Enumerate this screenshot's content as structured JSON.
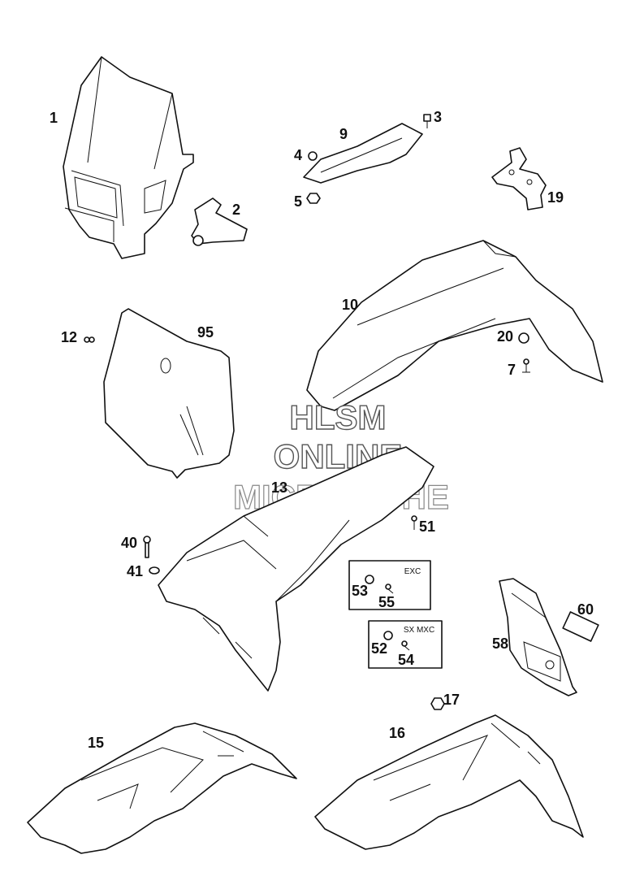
{
  "labels": {
    "p1": "1",
    "p2": "2",
    "p3": "3",
    "p4": "4",
    "p5": "5",
    "p9": "9",
    "p19": "19",
    "p10": "10",
    "p20": "20",
    "p7": "7",
    "p12": "12",
    "p95": "95",
    "p13": "13",
    "p51": "51",
    "p40": "40",
    "p41": "41",
    "p53": "53",
    "p55": "55",
    "p52": "52",
    "p54": "54",
    "p58": "58",
    "p60": "60",
    "p17": "17",
    "p15": "15",
    "p16": "16"
  },
  "boxes": {
    "exc": "EXC",
    "sxmxc": "SX MXC"
  },
  "watermark": {
    "line1": "HLSM",
    "line2": "ONLINE",
    "line3": "MICROFICHE"
  },
  "colors": {
    "ink": "#111111",
    "paper": "#ffffff",
    "watermark_stroke": "#555555"
  }
}
